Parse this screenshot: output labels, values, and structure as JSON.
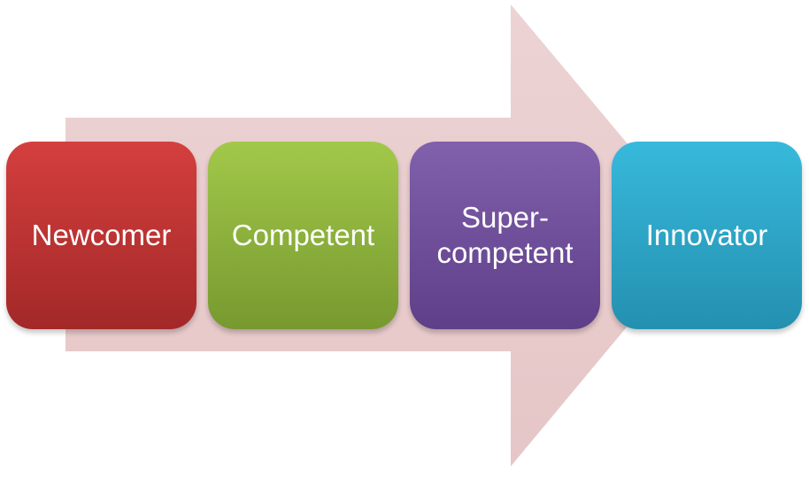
{
  "colors": {
    "arrow": "#ebcfd0",
    "newcomer": "#c1393a",
    "competent": "#8fb53d",
    "supercompetent": "#70509c",
    "innovator": "#2ea9cc"
  },
  "stages": [
    {
      "line1": "Newcomer",
      "line2": ""
    },
    {
      "line1": "Competent",
      "line2": ""
    },
    {
      "line1": "Super-",
      "line2": "competent"
    },
    {
      "line1": "Innovator",
      "line2": ""
    }
  ]
}
